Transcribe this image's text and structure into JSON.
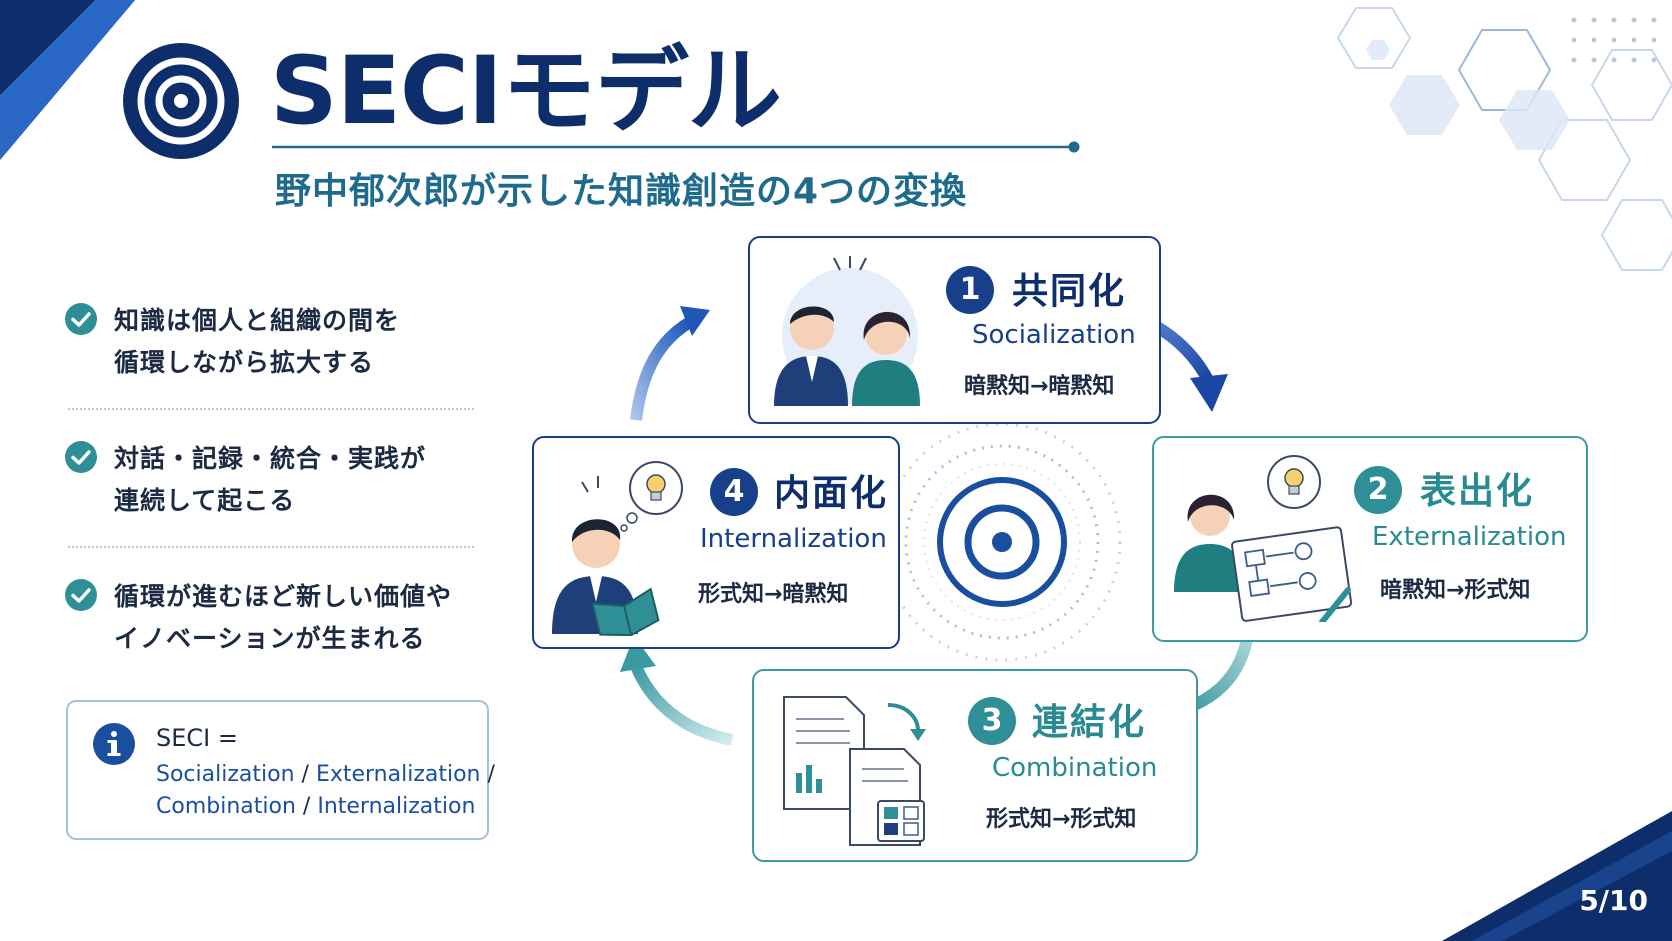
{
  "title": "SECIモデル",
  "subtitle": "野中郁次郎が示した知識創造の4つの変換",
  "bullets": [
    {
      "line1": "知識は個人と組織の間を",
      "line2": "循環しながら拡大する"
    },
    {
      "line1": "対話・記録・統合・実践が",
      "line2": "連続して起こる"
    },
    {
      "line1": "循環が進むほど新しい価値や",
      "line2": "イノベーションが生まれる"
    }
  ],
  "info": {
    "head": "SECI =",
    "terms": [
      "Socialization",
      "Externalization",
      "Combination",
      "Internalization"
    ],
    "separator": "/"
  },
  "steps": [
    {
      "num": "1",
      "title": "共同化",
      "en": "Socialization",
      "jp": "暗黙知→暗黙知"
    },
    {
      "num": "2",
      "title": "表出化",
      "en": "Externalization",
      "jp": "暗黙知→形式知"
    },
    {
      "num": "3",
      "title": "連結化",
      "en": "Combination",
      "jp": "形式知→形式知"
    },
    {
      "num": "4",
      "title": "内面化",
      "en": "Internalization",
      "jp": "形式知→暗黙知"
    }
  ],
  "page": "5/10",
  "colors": {
    "navy": "#0d2d6b",
    "blue": "#1a4fa0",
    "teal": "#2f8f97",
    "tealText": "#2a8a93"
  },
  "icons": [
    "target-icon",
    "check-icon",
    "info-icon",
    "lightbulb-icon",
    "document-icon",
    "refresh-arrow-icon"
  ]
}
